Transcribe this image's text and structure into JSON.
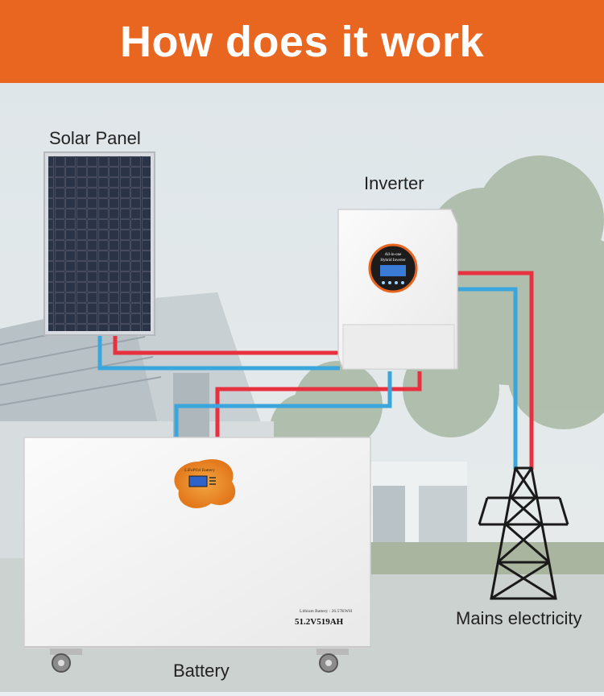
{
  "header": {
    "title": "How does it work"
  },
  "labels": {
    "solar_panel": "Solar Panel",
    "inverter": "Inverter",
    "battery": "Battery",
    "mains": "Mains electricity"
  },
  "inverter_display": {
    "line1": "All-in-one",
    "line2": "Hybrid Inverter"
  },
  "battery_panel": {
    "badge": "LiFePO4 Battery",
    "spec_line": "Lithium Battery : 26.57KWH",
    "rating": "51.2V519AH"
  },
  "colors": {
    "banner": "#e8661f",
    "positive_wire": "#e8313f",
    "negative_wire": "#3aa6dc"
  }
}
